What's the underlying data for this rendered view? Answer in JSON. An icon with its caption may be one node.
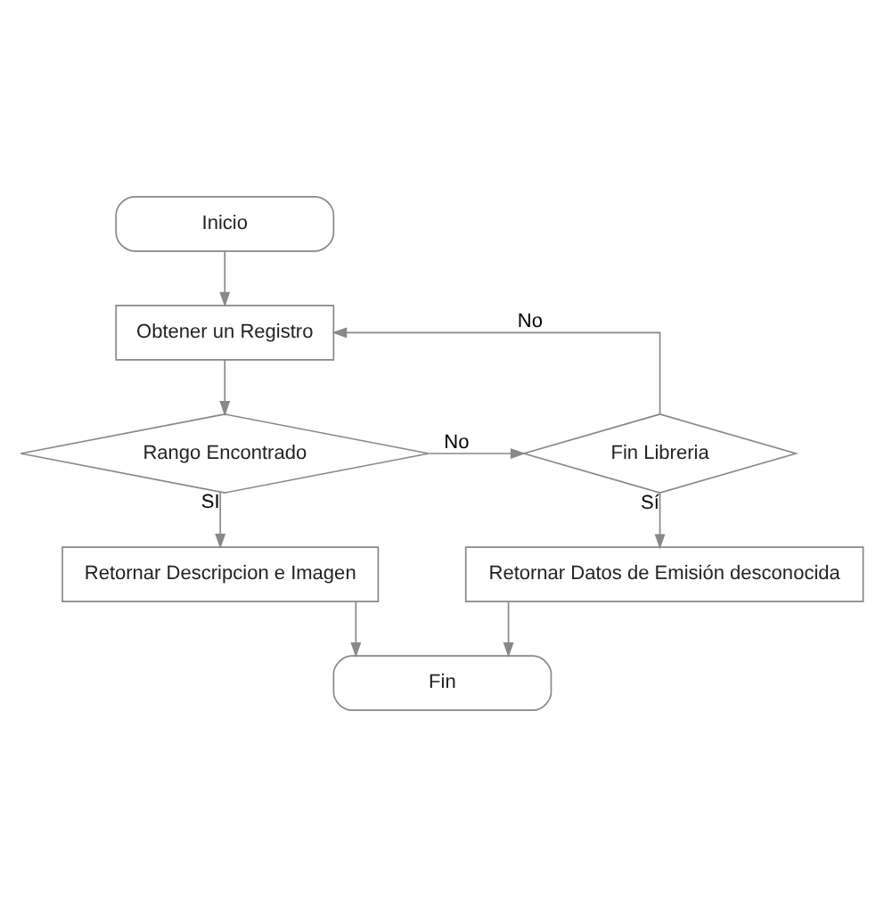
{
  "diagram": {
    "nodes": [
      {
        "text": [
          "Inicio"
        ]
      },
      {
        "text": [
          "Obtener un Registro"
        ]
      },
      {
        "text": [
          "Rango Encontrado"
        ]
      },
      {
        "text": [
          "Fin Libreria"
        ]
      },
      {
        "text": [
          "Retornar Descripcion e Imagen"
        ]
      },
      {
        "text": [
          "Retornar Datos de Emisión desconocida"
        ]
      },
      {
        "text": [
          "Fin"
        ]
      }
    ],
    "edges": [
      {
        "from": 0,
        "to": 1,
        "arrow": "to"
      },
      {
        "from": 1,
        "to": 2,
        "arrow": "to"
      },
      {
        "from": 2,
        "to": 3,
        "arrow": "to",
        "label": "No"
      },
      {
        "from": 3,
        "to": 1,
        "arrow": "to",
        "label": "No"
      },
      {
        "from": 2,
        "to": 4,
        "arrow": "to",
        "label": "SI"
      },
      {
        "from": 3,
        "to": 5,
        "arrow": "to",
        "label": "Sí"
      },
      {
        "from": 4,
        "to": 6,
        "arrow": "to"
      },
      {
        "from": 5,
        "to": 6,
        "arrow": "to"
      }
    ]
  }
}
